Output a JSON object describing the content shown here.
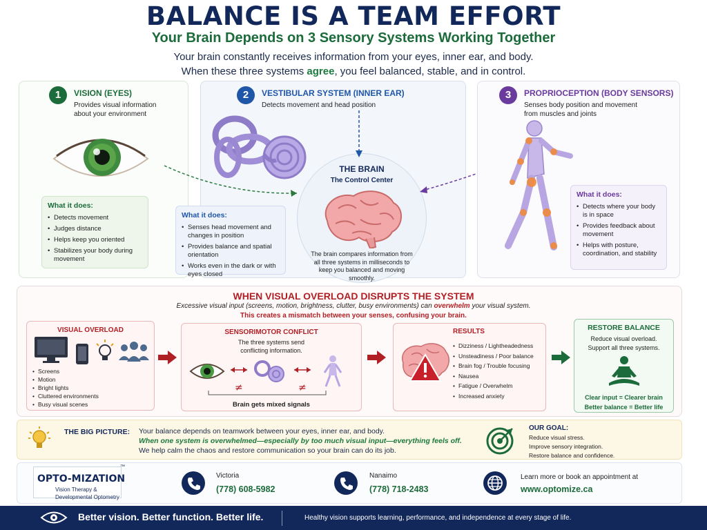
{
  "header": {
    "title": "BALANCE IS A TEAM EFFORT",
    "subtitle": "Your Brain Depends on 3 Sensory Systems Working Together",
    "intro_line1": "Your brain constantly receives information from your eyes, inner ear, and body.",
    "intro_line2_pre": "When these three systems ",
    "intro_line2_emph": "agree",
    "intro_line2_post": ", you feel balanced, stable, and in control."
  },
  "systems": [
    {
      "number": "1",
      "title": "VISION (EYES)",
      "desc_line1": "Provides visual information",
      "desc_line2": "about your environment",
      "what_title": "What it does:",
      "what_items": [
        "Detects movement",
        "Judges distance",
        "Helps keep you oriented",
        "Stabilizes your body during movement"
      ]
    },
    {
      "number": "2",
      "title": "VESTIBULAR SYSTEM (INNER EAR)",
      "desc_line1": "Detects movement and head position",
      "what_title": "What it does:",
      "what_items": [
        "Senses head movement and changes in position",
        "Provides balance and spatial orientation",
        "Works even in the dark or with eyes closed"
      ]
    },
    {
      "number": "3",
      "title": "PROPRIOCEPTION (BODY SENSORS)",
      "desc_line1": "Senses body position and movement",
      "desc_line2": "from muscles and joints",
      "what_title": "What it does:",
      "what_items": [
        "Detects where your body is in space",
        "Provides feedback about movement",
        "Helps with posture, coordination, and stability"
      ]
    }
  ],
  "brain": {
    "title": "THE BRAIN",
    "subtitle": "The Control Center",
    "desc": "The brain compares information from all three systems in milliseconds to keep you balanced and moving smoothly."
  },
  "overload": {
    "title": "WHEN VISUAL OVERLOAD DISRUPTS THE SYSTEM",
    "line1_pre": "Excessive visual input (screens, motion, brightness, clutter, busy environments) can ",
    "line1_emph": "overwhelm",
    "line1_post": " your visual system.",
    "line2": "This creates a mismatch between your senses, confusing your brain.",
    "visual_overload": {
      "title": "VISUAL OVERLOAD",
      "items": [
        "Screens",
        "Motion",
        "Bright lights",
        "Cluttered environments",
        "Busy visual scenes"
      ]
    },
    "conflict": {
      "title": "SENSORIMOTOR CONFLICT",
      "desc_line1": "The three systems send",
      "desc_line2": "conflicting information.",
      "caption": "Brain gets mixed signals"
    },
    "results": {
      "title": "RESULTS",
      "items": [
        "Dizziness / Lightheadedness",
        "Unsteadiness / Poor balance",
        "Brain fog / Trouble focusing",
        "Nausea",
        "Fatigue / Overwhelm",
        "Increased anxiety"
      ]
    },
    "restore": {
      "title": "RESTORE BALANCE",
      "line1": "Reduce visual overload.",
      "line2": "Support all three systems.",
      "footer1": "Clear input = Clearer brain",
      "footer2": "Better balance = Better life"
    }
  },
  "big_picture": {
    "label": "THE BIG PICTURE:",
    "line1": "Your balance depends on teamwork between your eyes, inner ear, and body.",
    "line2": "When one system is overwhelmed—especially by too much visual input—everything feels off.",
    "line3": "We help calm the chaos and restore communication so your brain can do its job."
  },
  "goal": {
    "title": "OUR GOAL:",
    "items": [
      "Reduce visual stress.",
      "Improve sensory integration.",
      "Restore balance and confidence."
    ]
  },
  "contact": {
    "logo_name": "OPTO-MIZATION",
    "logo_tm": "™",
    "logo_line1": "Vision Therapy &",
    "logo_line2": "Developmental Optometry",
    "victoria_city": "Victoria",
    "victoria_phone": "(778) 608-5982",
    "nanaimo_city": "Nanaimo",
    "nanaimo_phone": "(778) 718-2483",
    "web_label": "Learn more or book an appointment at",
    "web_url": "www.optomize.ca"
  },
  "footer": {
    "tagline": "Better vision. Better function. Better life.",
    "right": "Healthy vision supports learning, performance, and independence at every stage of life."
  },
  "colors": {
    "navy": "#13285a",
    "green": "#1c6b3a",
    "blue": "#1f56a8",
    "purple": "#6a3a9c",
    "red": "#b01f24"
  }
}
